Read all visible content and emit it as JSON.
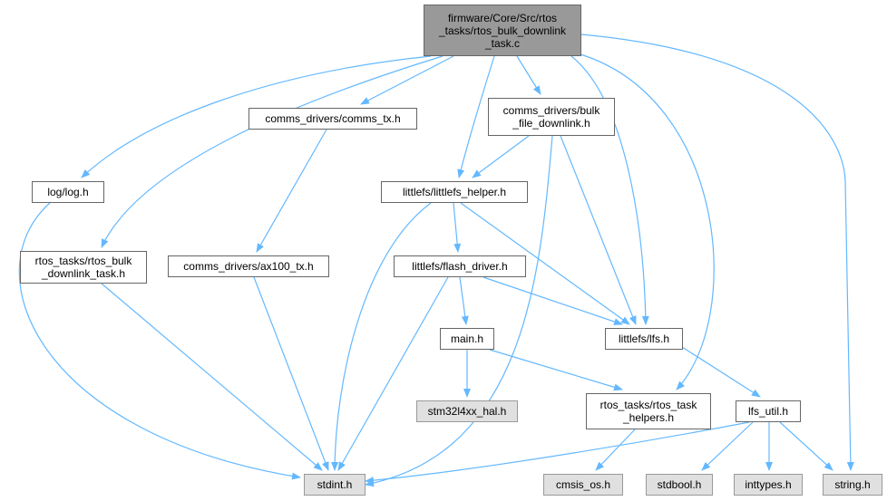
{
  "colors": {
    "edge": "#63b8ff",
    "root_fill": "#999999",
    "external_fill": "#e0e0e0",
    "node_border": "#666666"
  },
  "nodes": {
    "root": "firmware/Core/Src/rtos\n_tasks/rtos_bulk_downlink\n_task.c",
    "comms_tx": "comms_drivers/comms_tx.h",
    "bulk_file_downlink": "comms_drivers/bulk\n_file_downlink.h",
    "log": "log/log.h",
    "littlefs_helper": "littlefs/littlefs_helper.h",
    "rtos_bulk_downlink_task_h": "rtos_tasks/rtos_bulk\n_downlink_task.h",
    "ax100_tx": "comms_drivers/ax100_tx.h",
    "flash_driver": "littlefs/flash_driver.h",
    "main": "main.h",
    "lfs": "littlefs/lfs.h",
    "stm32l4xx_hal": "stm32l4xx_hal.h",
    "rtos_task_helpers": "rtos_tasks/rtos_task\n_helpers.h",
    "lfs_util": "lfs_util.h",
    "stdint": "stdint.h",
    "cmsis_os": "cmsis_os.h",
    "stdbool": "stdbool.h",
    "inttypes": "inttypes.h",
    "string": "string.h"
  }
}
